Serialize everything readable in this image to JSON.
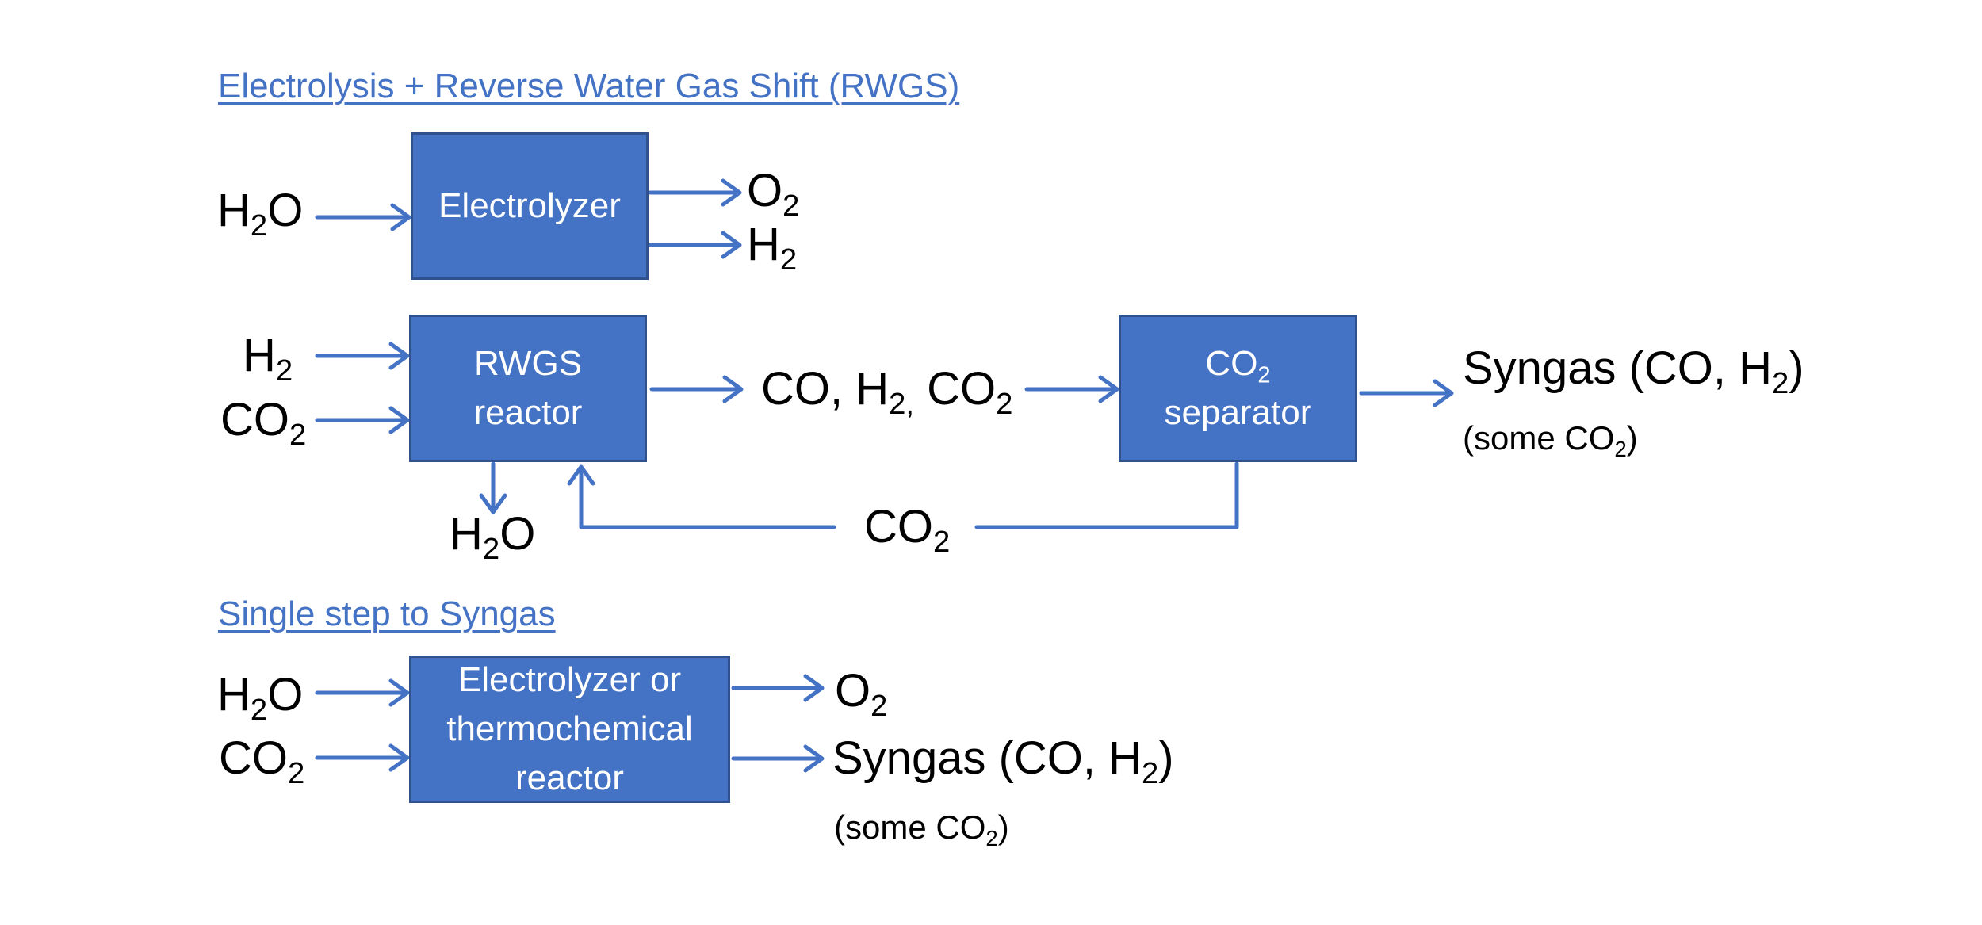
{
  "colors": {
    "accent": "#4472c4",
    "box_border": "#2f528f",
    "box_text": "#ffffff",
    "text": "#000000"
  },
  "sections": {
    "rwgs_heading": "Electrolysis + Reverse Water Gas Shift (RWGS)",
    "single_heading": "Single step to Syngas"
  },
  "boxes": {
    "electrolyzer": "Electrolyzer",
    "rwgs_line1": "RWGS",
    "rwgs_line2": "reactor",
    "sep_line1_main": "CO",
    "sep_line1_sub": "2",
    "sep_line2": "separator",
    "single_line1": "Electrolyzer or",
    "single_line2": "thermochemical",
    "single_line3": "reactor"
  },
  "labels": {
    "h2o_in": {
      "main": "H",
      "sub": "2",
      "tail": "O"
    },
    "o2_out": {
      "main": "O",
      "sub": "2"
    },
    "h2_out": {
      "main": "H",
      "sub": "2"
    },
    "h2_in": {
      "main": "H",
      "sub": "2"
    },
    "co2_in": {
      "main": "CO",
      "sub": "2"
    },
    "h2o_out": {
      "main": "H",
      "sub": "2",
      "tail": "O"
    },
    "mix": {
      "a": "CO, H",
      "a_sub": "2,",
      "b": " CO",
      "b_sub": "2"
    },
    "co2_recycle": {
      "main": "CO",
      "sub": "2"
    },
    "syngas_1": {
      "main": "Syngas (CO, H",
      "sub": "2",
      "tail": ")"
    },
    "some_co2_1": {
      "main": "(some CO",
      "sub": "2",
      "tail": ")"
    },
    "h2o_in_2": {
      "main": "H",
      "sub": "2",
      "tail": "O"
    },
    "co2_in_2": {
      "main": "CO",
      "sub": "2"
    },
    "o2_out_2": {
      "main": "O",
      "sub": "2"
    },
    "syngas_2": {
      "main": "Syngas (CO, H",
      "sub": "2",
      "tail": ")"
    },
    "some_co2_2": {
      "main": "(some CO",
      "sub": "2",
      "tail": ")"
    }
  }
}
